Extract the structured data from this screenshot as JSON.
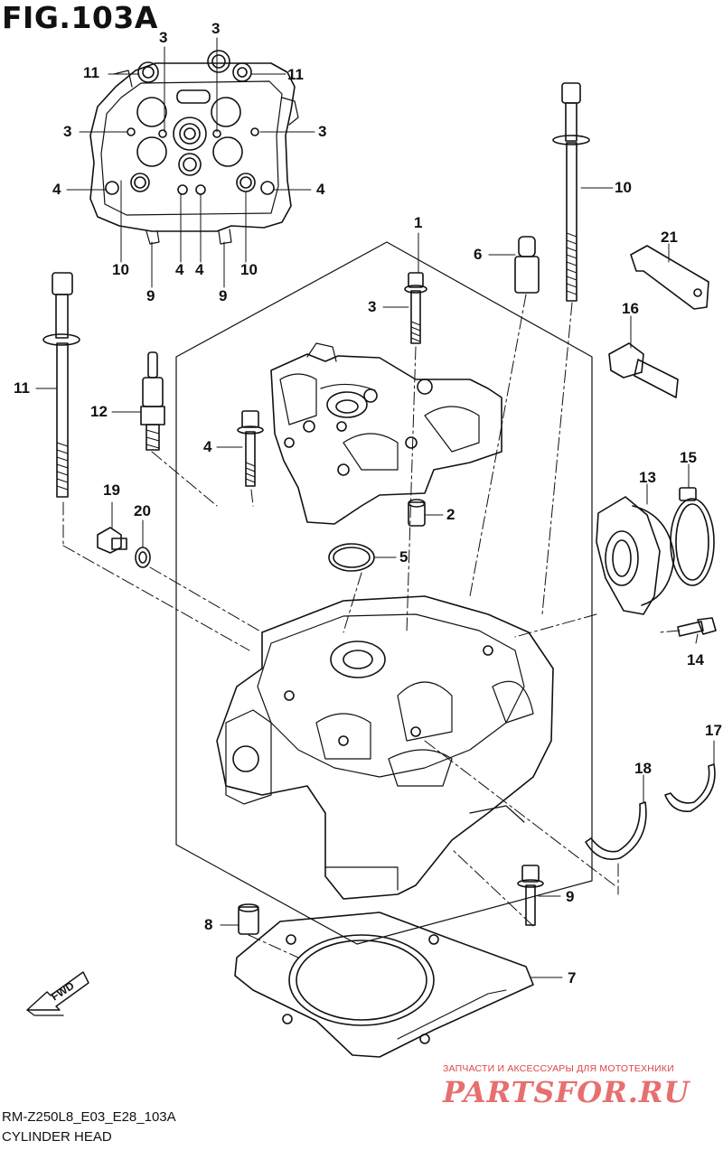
{
  "figure": {
    "title": "FIG.103A",
    "model_code": "RM-Z250L8_E03_E28_103A",
    "part_name": "CYLINDER HEAD"
  },
  "fwd_label": "FWD",
  "watermark": {
    "caption": "ЗАПЧАСТИ И АКСЕССУАРЫ ДЛЯ МОТОТЕХНИКИ",
    "logo": "PARTSFOR.RU"
  },
  "callouts": [
    {
      "id": "c3a",
      "label": "3"
    },
    {
      "id": "c3b",
      "label": "3"
    },
    {
      "id": "c11a",
      "label": "11"
    },
    {
      "id": "c11b",
      "label": "11"
    },
    {
      "id": "c3c",
      "label": "3"
    },
    {
      "id": "c3d",
      "label": "3"
    },
    {
      "id": "c4a",
      "label": "4"
    },
    {
      "id": "c4b",
      "label": "4"
    },
    {
      "id": "c10a",
      "label": "10"
    },
    {
      "id": "c4c",
      "label": "4"
    },
    {
      "id": "c4d",
      "label": "4"
    },
    {
      "id": "c10b",
      "label": "10"
    },
    {
      "id": "c9a",
      "label": "9"
    },
    {
      "id": "c9b",
      "label": "9"
    },
    {
      "id": "c10c",
      "label": "10"
    },
    {
      "id": "c1",
      "label": "1"
    },
    {
      "id": "c6",
      "label": "6"
    },
    {
      "id": "c21",
      "label": "21"
    },
    {
      "id": "c3e",
      "label": "3"
    },
    {
      "id": "c16",
      "label": "16"
    },
    {
      "id": "c11c",
      "label": "11"
    },
    {
      "id": "c12",
      "label": "12"
    },
    {
      "id": "c4e",
      "label": "4"
    },
    {
      "id": "c15",
      "label": "15"
    },
    {
      "id": "c13",
      "label": "13"
    },
    {
      "id": "c19",
      "label": "19"
    },
    {
      "id": "c20",
      "label": "20"
    },
    {
      "id": "c2",
      "label": "2"
    },
    {
      "id": "c5",
      "label": "5"
    },
    {
      "id": "c14",
      "label": "14"
    },
    {
      "id": "c17",
      "label": "17"
    },
    {
      "id": "c18",
      "label": "18"
    },
    {
      "id": "c9c",
      "label": "9"
    },
    {
      "id": "c8",
      "label": "8"
    },
    {
      "id": "c7",
      "label": "7"
    }
  ]
}
